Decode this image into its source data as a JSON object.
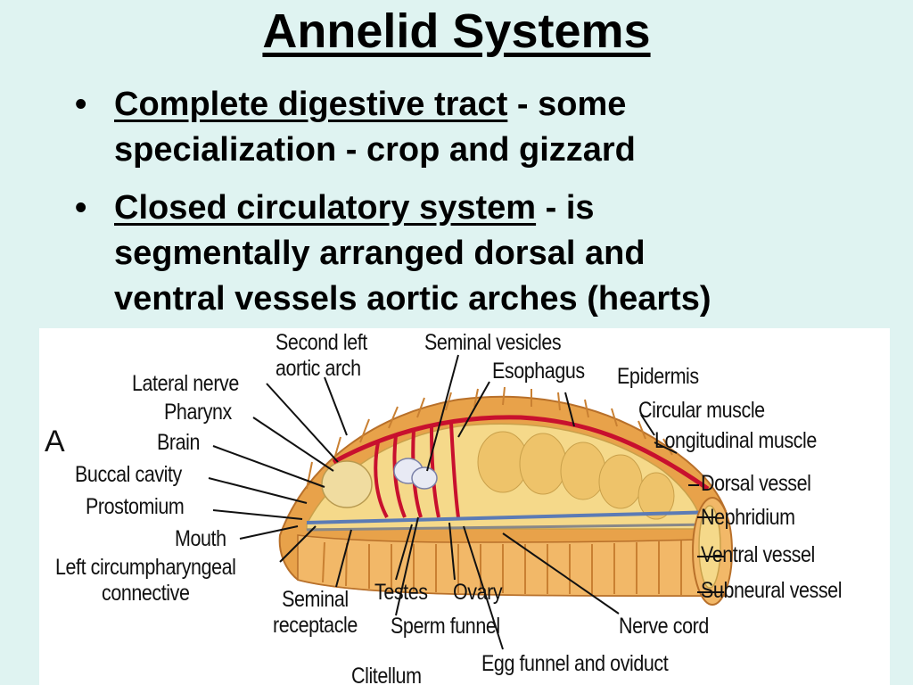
{
  "slide": {
    "title": "Annelid Systems",
    "bullets": [
      {
        "head": "Complete digestive tract",
        "lines": [
          " - some",
          "specialization - crop and gizzard"
        ]
      },
      {
        "head": "Closed circulatory system",
        "lines": [
          " - is",
          "segmentally arranged dorsal and",
          "ventral vessels aortic arches (hearts)"
        ]
      }
    ]
  },
  "diagram": {
    "panel_letter": "A",
    "labels": {
      "second_left_aortic_arch": [
        "Second left",
        "aortic arch"
      ],
      "seminal_vesicles": "Seminal vesicles",
      "esophagus": "Esophagus",
      "epidermis": "Epidermis",
      "lateral_nerve": "Lateral nerve",
      "pharynx": "Pharynx",
      "circular_muscle": "Circular muscle",
      "brain": "Brain",
      "longitudinal_muscle": "Longitudinal muscle",
      "buccal_cavity": "Buccal cavity",
      "dorsal_vessel": "Dorsal vessel",
      "prostomium": "Prostomium",
      "nephridium": "Nephridium",
      "mouth": "Mouth",
      "ventral_vessel": "Ventral vessel",
      "left_circumpharyngeal_connective": [
        "Left circumpharyngeal",
        "connective"
      ],
      "subneural_vessel": "Subneural vessel",
      "seminal_receptacle": [
        "Seminal",
        "receptacle"
      ],
      "testes": "Testes",
      "ovary": "Ovary",
      "sperm_funnel": "Sperm funnel",
      "nerve_cord": "Nerve cord",
      "clitellum": "Clitellum",
      "egg_funnel_and_oviduct": "Egg funnel and oviduct"
    }
  }
}
